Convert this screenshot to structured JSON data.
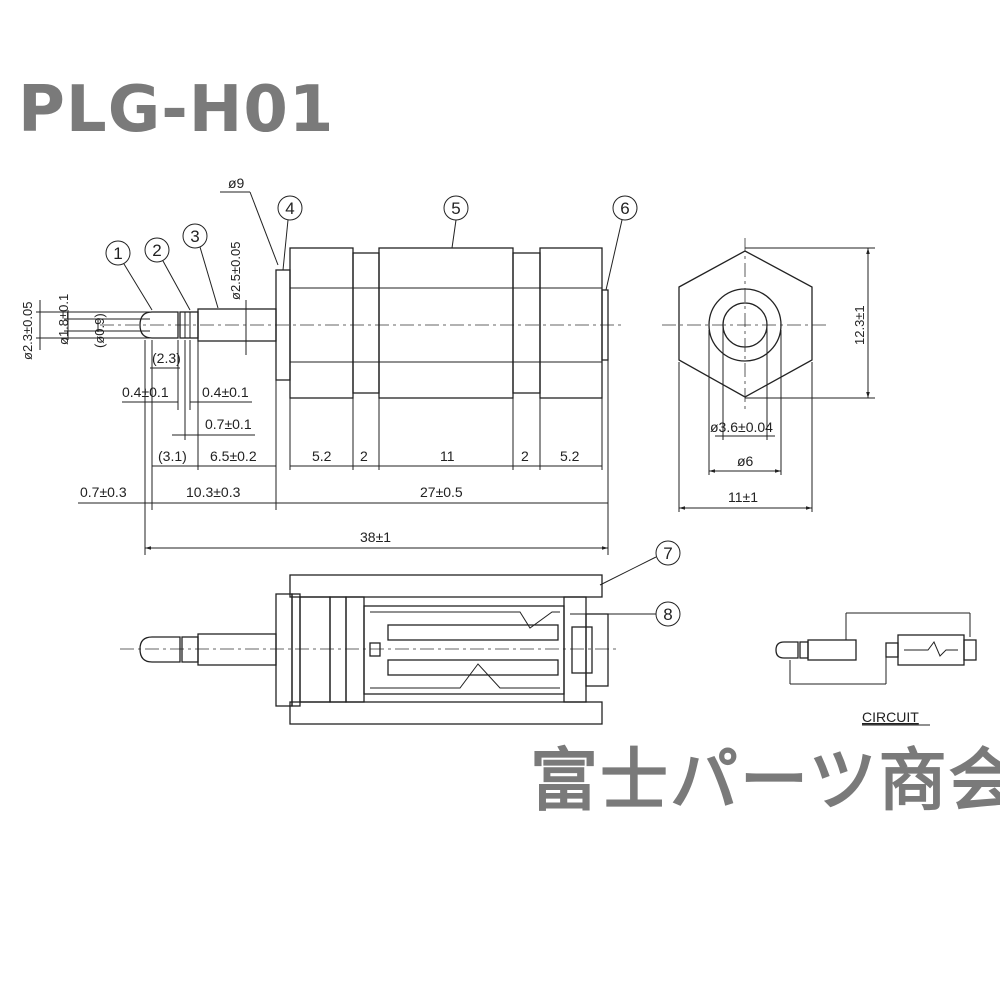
{
  "title": "PLG-H01",
  "company": "富士パーツ商会",
  "circuit_label": "CIRCUIT",
  "callouts": [
    "1",
    "2",
    "3",
    "4",
    "5",
    "6",
    "7",
    "8"
  ],
  "dimensions": {
    "phi9": "ø9",
    "phi2_5": "ø2.5±0.05",
    "phi2_3": "ø2.3±0.05",
    "phi1_8": "ø1.8±0.1",
    "phi0_9": "(ø0.9)",
    "d2_3": "(2.3)",
    "d0_4a": "0.4±0.1",
    "d0_4b": "0.4±0.1",
    "d0_7": "0.7±0.1",
    "d3_1": "(3.1)",
    "d6_5": "6.5±0.2",
    "d5_2a": "5.2",
    "d2a": "2",
    "d11": "11",
    "d2b": "2",
    "d5_2b": "5.2",
    "d0_7_3": "0.7±0.3",
    "d10_3": "10.3±0.3",
    "d27": "27±0.5",
    "d38": "38±1",
    "d12_3": "12.3±1",
    "phi3_6": "ø3.6±0.04",
    "phi6": "ø6",
    "d11_1": "11±1"
  }
}
